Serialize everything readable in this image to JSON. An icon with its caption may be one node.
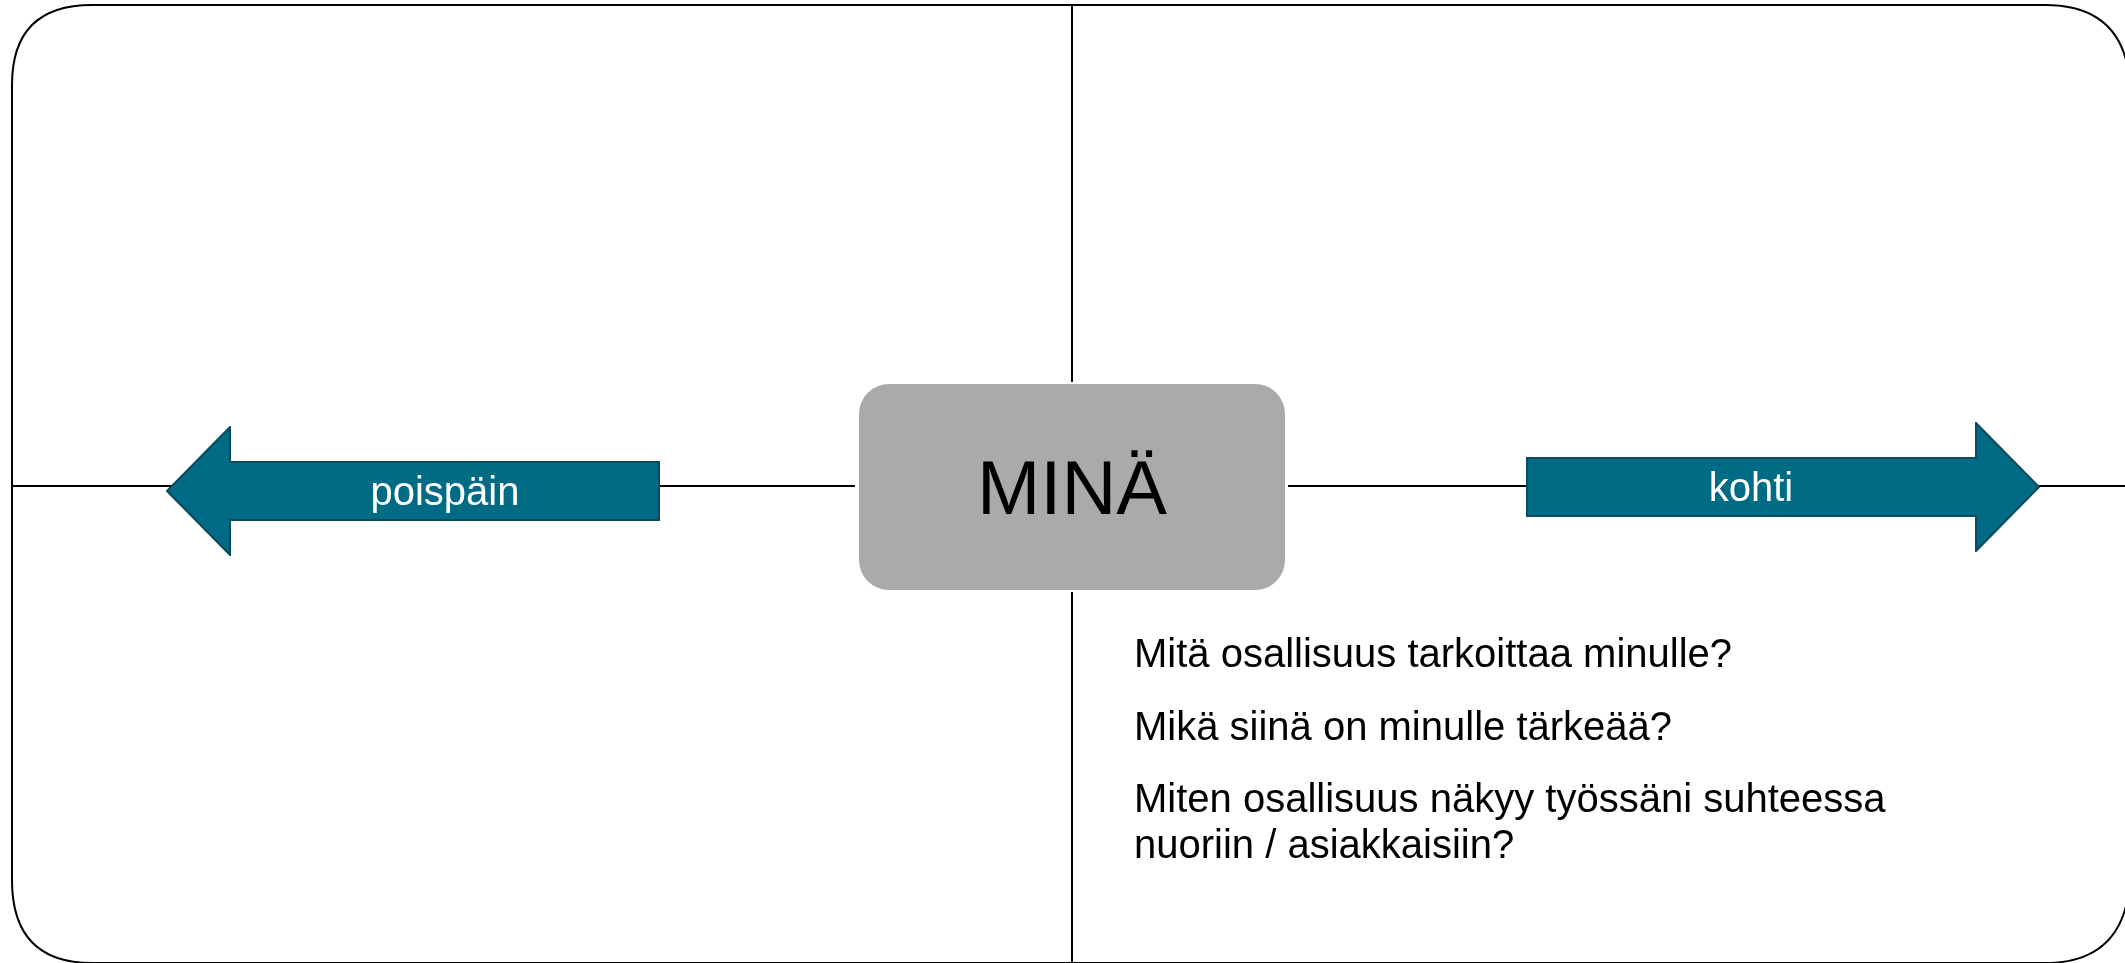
{
  "diagram": {
    "nodes": [
      {
        "text": [
          "MINÄ"
        ]
      },
      {
        "text": [
          "poispäin"
        ]
      },
      {
        "text": [
          "kohti"
        ]
      }
    ],
    "labels": [
      "Mitä osallisuus tarkoittaa minulle?",
      "Mikä siinä on minulle tärkeää?",
      "Miten osallisuus näkyy työssäni suhteessa nuoriin / asiakkaisiin?"
    ]
  }
}
